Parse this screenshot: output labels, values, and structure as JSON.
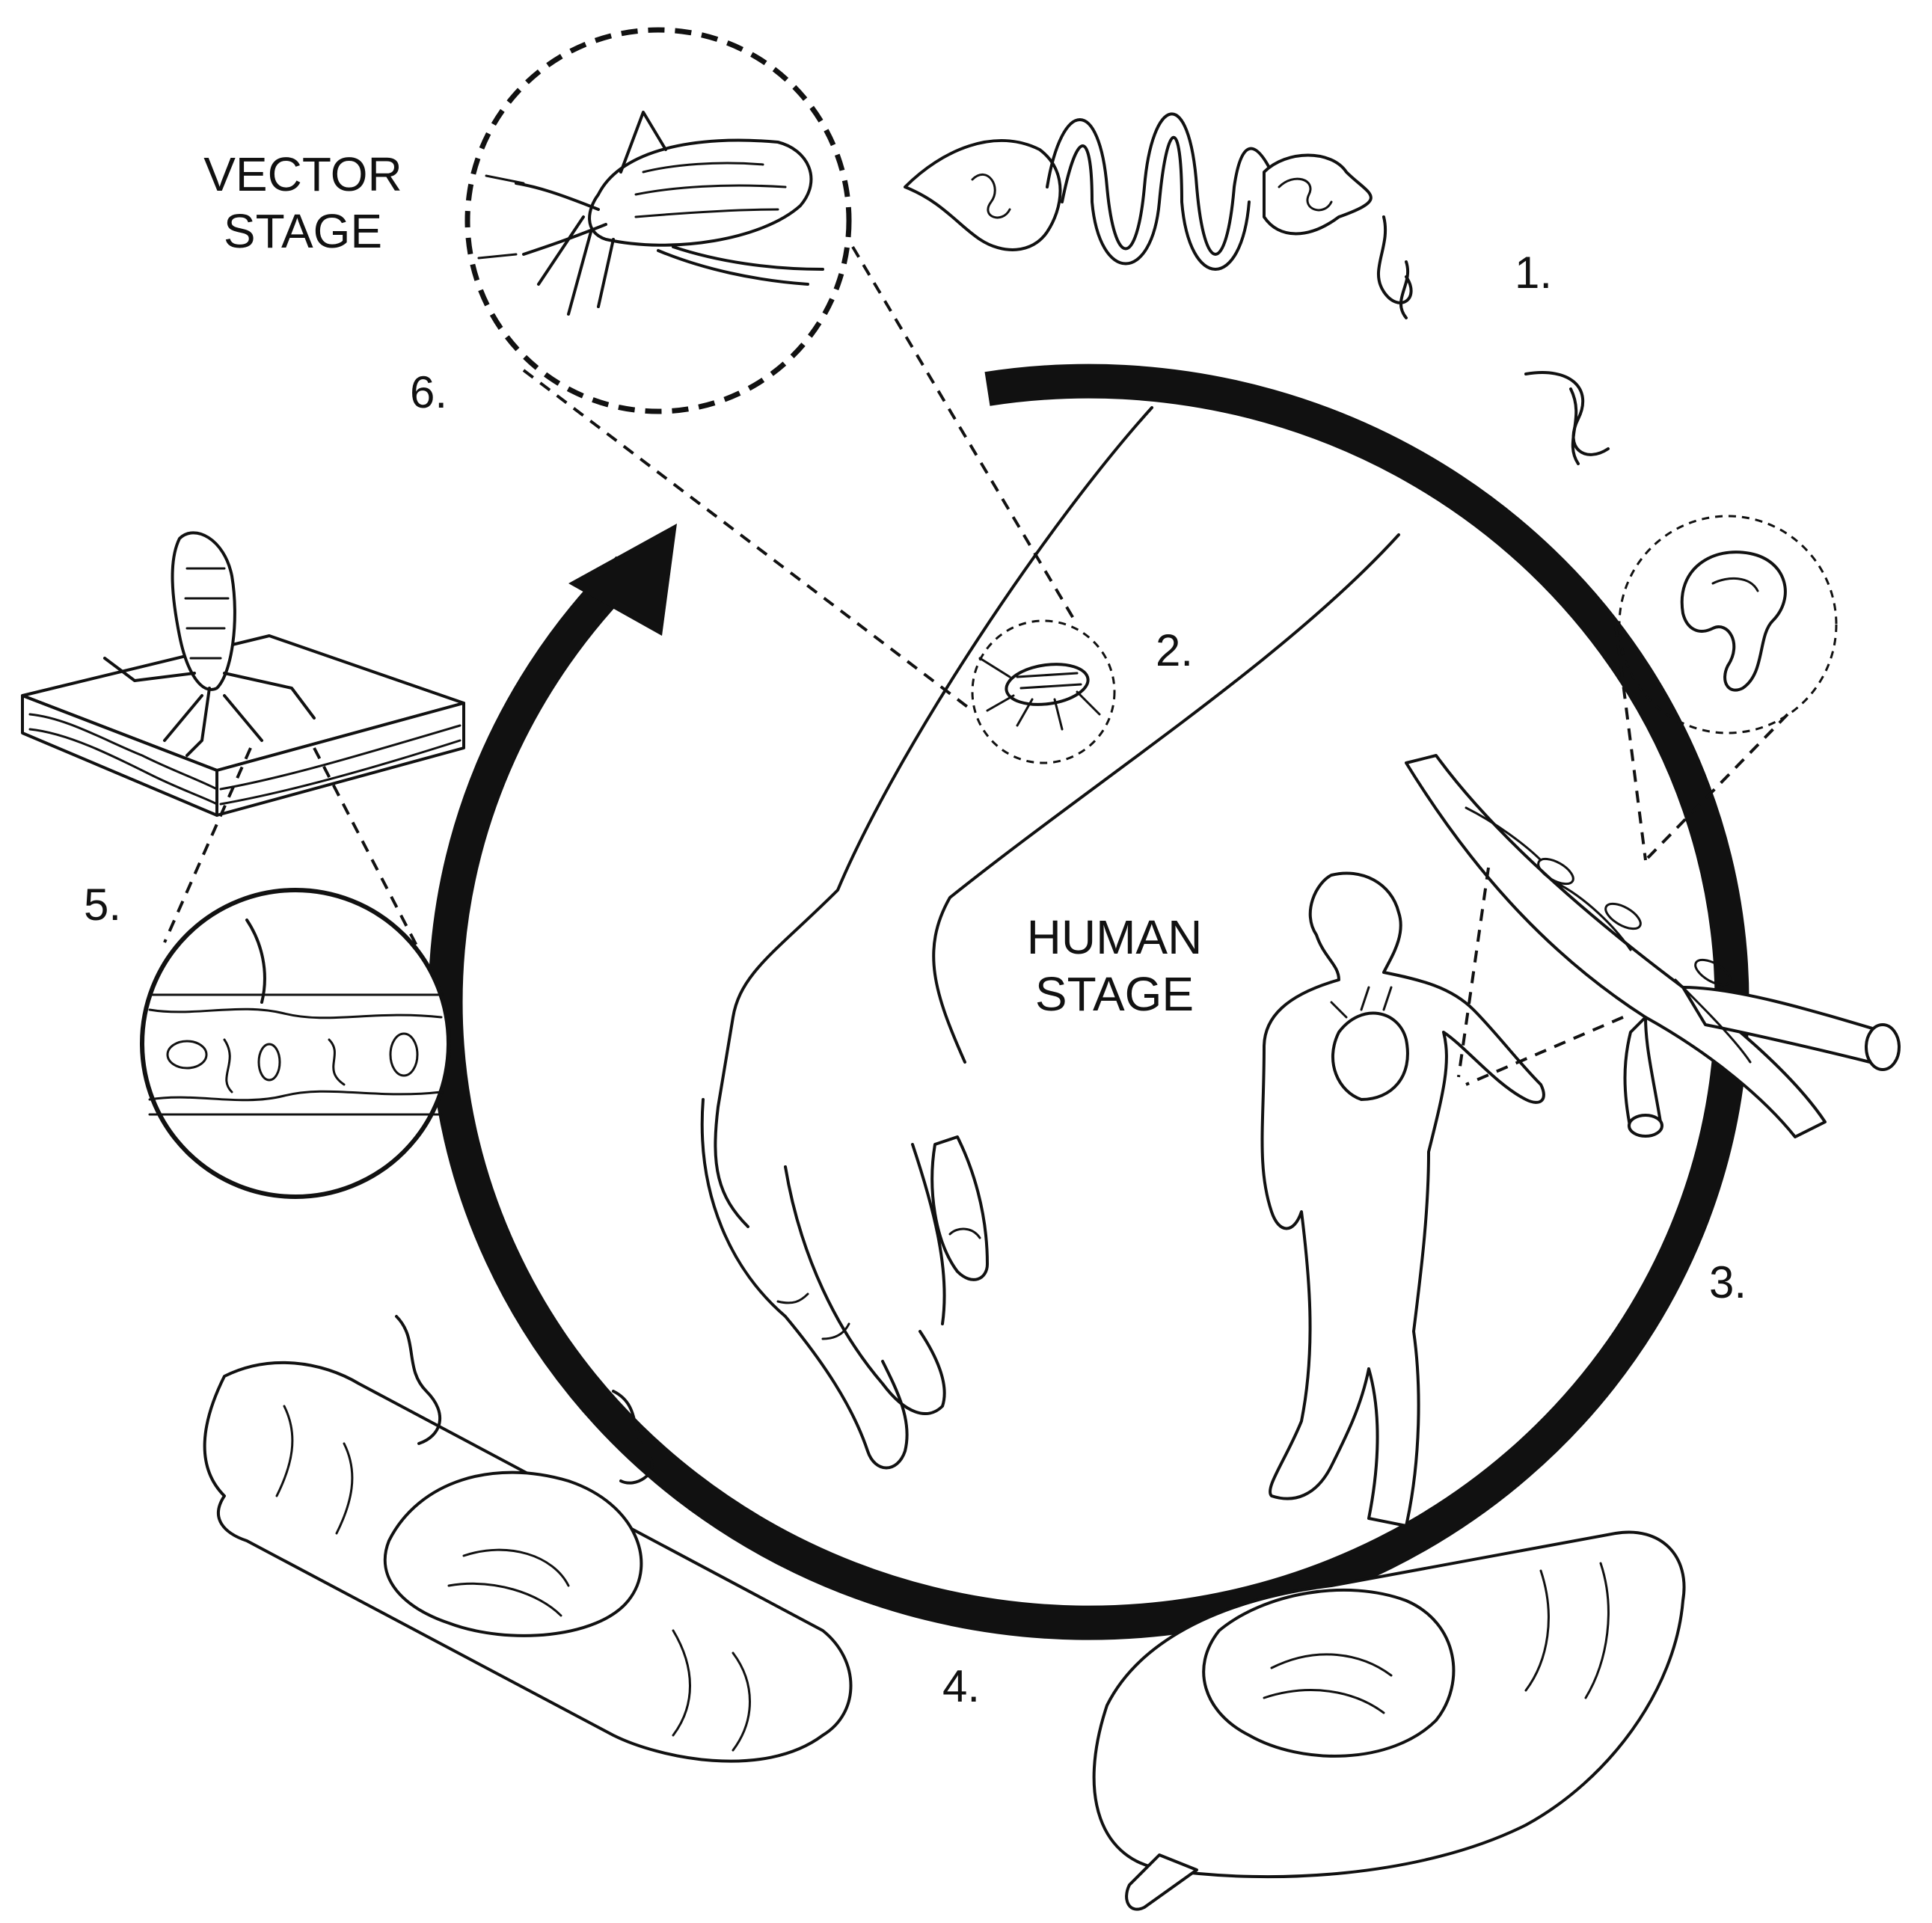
{
  "diagram": {
    "stage_labels": {
      "vector": [
        "VECTOR",
        "STAGE"
      ],
      "human": [
        "HUMAN",
        "STAGE"
      ]
    },
    "steps": [
      "1.",
      "2.",
      "3.",
      "4.",
      "5.",
      "6."
    ]
  }
}
